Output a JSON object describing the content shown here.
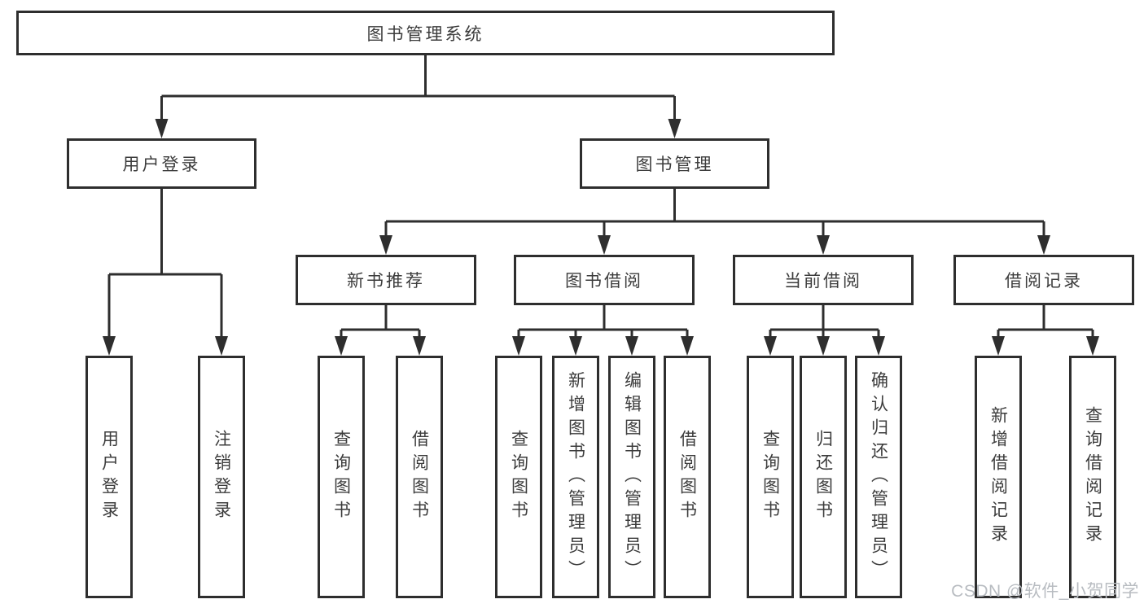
{
  "diagram": {
    "root": {
      "label": "图书管理系统"
    },
    "branches": [
      {
        "label": "用户登录"
      },
      {
        "label": "图书管理"
      }
    ],
    "modules": [
      {
        "label": "新书推荐"
      },
      {
        "label": "图书借阅"
      },
      {
        "label": "当前借阅"
      },
      {
        "label": "借阅记录"
      }
    ],
    "leaves": {
      "user_login": [
        "用户登录",
        "注销登录"
      ],
      "new_book": [
        "查询图书",
        "借阅图书"
      ],
      "book_borrow": [
        "查询图书",
        "新增图书（管理员）",
        "编辑图书（管理员）",
        "借阅图书"
      ],
      "current_borrow": [
        "查询图书",
        "归还图书",
        "确认归还（管理员）"
      ],
      "borrow_record": [
        "新增借阅记录",
        "查询借阅记录"
      ]
    }
  },
  "watermark": {
    "text": "CSDN @软件_小贺同学"
  },
  "colors": {
    "line": "#2e2e2e",
    "text": "#3c3c3c",
    "watermark": "#b8bcc1",
    "background": "#ffffff"
  }
}
